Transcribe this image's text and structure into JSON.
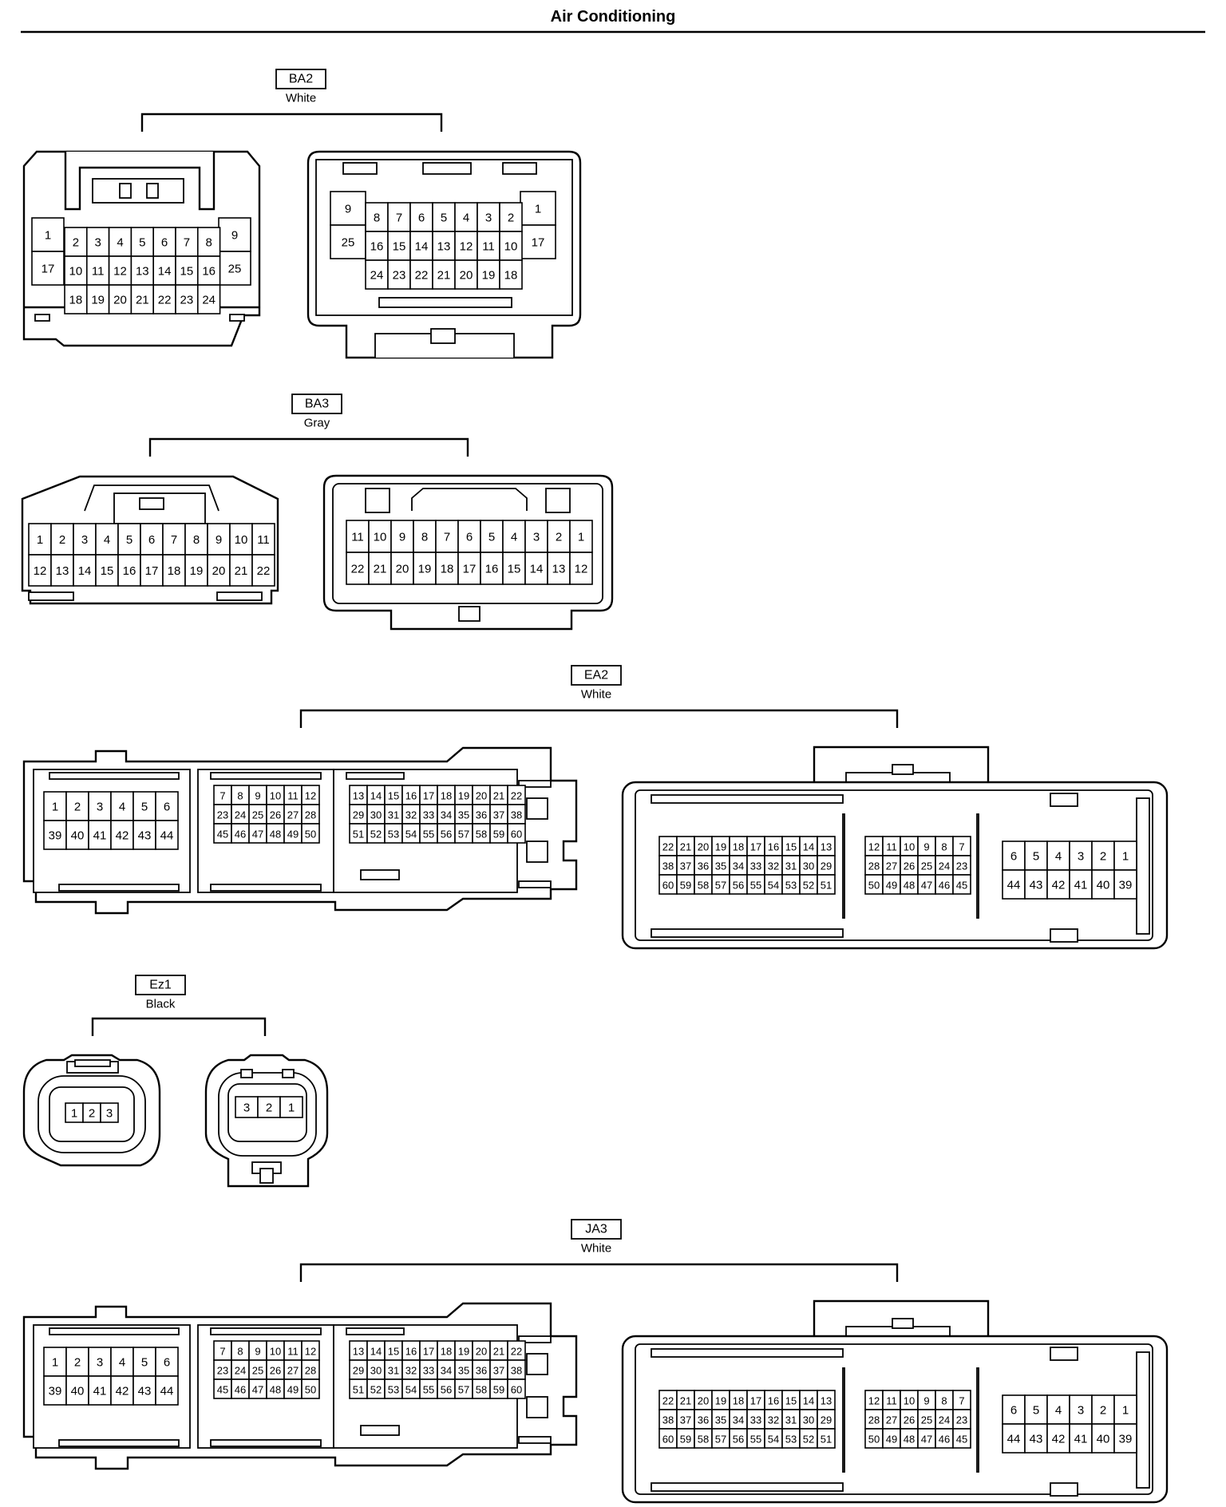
{
  "page": {
    "title": "Air Conditioning"
  },
  "connectors": [
    {
      "id": "BA2",
      "color": "White"
    },
    {
      "id": "BA3",
      "color": "Gray"
    },
    {
      "id": "EA2",
      "color": "White"
    },
    {
      "id": "Ez1",
      "color": "Black"
    },
    {
      "id": "JA3",
      "color": "White"
    }
  ],
  "pin_labels": {
    "ba2_left": [
      [
        "1",
        "2",
        "3",
        "4",
        "5",
        "6",
        "7",
        "8",
        "9"
      ],
      [
        "17",
        "10",
        "11",
        "12",
        "13",
        "14",
        "15",
        "16",
        "25"
      ],
      [
        "18",
        "19",
        "20",
        "21",
        "22",
        "23",
        "24"
      ]
    ],
    "ba2_right": [
      [
        "9",
        "8",
        "7",
        "6",
        "5",
        "4",
        "3",
        "2",
        "1"
      ],
      [
        "25",
        "16",
        "15",
        "14",
        "13",
        "12",
        "11",
        "10",
        "17"
      ],
      [
        "24",
        "23",
        "22",
        "21",
        "20",
        "19",
        "18"
      ]
    ],
    "ba3_left": [
      [
        "1",
        "2",
        "3",
        "4",
        "5",
        "6",
        "7",
        "8",
        "9",
        "10",
        "11"
      ],
      [
        "12",
        "13",
        "14",
        "15",
        "16",
        "17",
        "18",
        "19",
        "20",
        "21",
        "22"
      ]
    ],
    "ba3_right": [
      [
        "11",
        "10",
        "9",
        "8",
        "7",
        "6",
        "5",
        "4",
        "3",
        "2",
        "1"
      ],
      [
        "22",
        "21",
        "20",
        "19",
        "18",
        "17",
        "16",
        "15",
        "14",
        "13",
        "12"
      ]
    ],
    "ecu_left": {
      "a": [
        [
          "1",
          "2",
          "3",
          "4",
          "5",
          "6"
        ],
        [
          "39",
          "40",
          "41",
          "42",
          "43",
          "44"
        ]
      ],
      "b": [
        [
          "7",
          "8",
          "9",
          "10",
          "11",
          "12"
        ],
        [
          "23",
          "24",
          "25",
          "26",
          "27",
          "28"
        ],
        [
          "45",
          "46",
          "47",
          "48",
          "49",
          "50"
        ]
      ],
      "c": [
        [
          "13",
          "14",
          "15",
          "16",
          "17",
          "18",
          "19",
          "20",
          "21",
          "22"
        ],
        [
          "29",
          "30",
          "31",
          "32",
          "33",
          "34",
          "35",
          "36",
          "37",
          "38"
        ],
        [
          "51",
          "52",
          "53",
          "54",
          "55",
          "56",
          "57",
          "58",
          "59",
          "60"
        ]
      ]
    },
    "ecu_right": {
      "a": [
        [
          "22",
          "21",
          "20",
          "19",
          "18",
          "17",
          "16",
          "15",
          "14",
          "13"
        ],
        [
          "38",
          "37",
          "36",
          "35",
          "34",
          "33",
          "32",
          "31",
          "30",
          "29"
        ],
        [
          "60",
          "59",
          "58",
          "57",
          "56",
          "55",
          "54",
          "53",
          "52",
          "51"
        ]
      ],
      "b": [
        [
          "12",
          "11",
          "10",
          "9",
          "8",
          "7"
        ],
        [
          "28",
          "27",
          "26",
          "25",
          "24",
          "23"
        ],
        [
          "50",
          "49",
          "48",
          "47",
          "46",
          "45"
        ]
      ],
      "c": [
        [
          "6",
          "5",
          "4",
          "3",
          "2",
          "1"
        ],
        [
          "44",
          "43",
          "42",
          "41",
          "40",
          "39"
        ]
      ]
    },
    "ez1_left": [
      "1",
      "2",
      "3"
    ],
    "ez1_right": [
      "3",
      "2",
      "1"
    ]
  }
}
